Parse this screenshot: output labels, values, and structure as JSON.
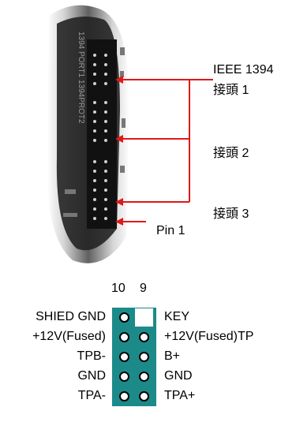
{
  "callouts": {
    "ieee_title": "IEEE 1394",
    "header_1": "接頭 1",
    "header_2": "接頭 2",
    "header_3": "接頭 3",
    "pin_1": "Pin 1"
  },
  "board_silkscreen": "1394 PORT1 1394PROT2",
  "pinout": {
    "col_left": "10",
    "col_right": "9",
    "rows": [
      {
        "left": "SHIED GND",
        "right": "KEY",
        "right_is_key": true
      },
      {
        "left": "+12V(Fused)",
        "right": "+12V(Fused)TP",
        "right_is_key": false
      },
      {
        "left": "TPB-",
        "right": "B+",
        "right_is_key": false
      },
      {
        "left": "GND",
        "right": "GND",
        "right_is_key": false
      },
      {
        "left": "TPA-",
        "right": "TPA+",
        "right_is_key": false
      }
    ]
  },
  "colors": {
    "pin_fill": "#1d8a8a",
    "arrow": "#e01818",
    "board": "#1a1a1a"
  }
}
